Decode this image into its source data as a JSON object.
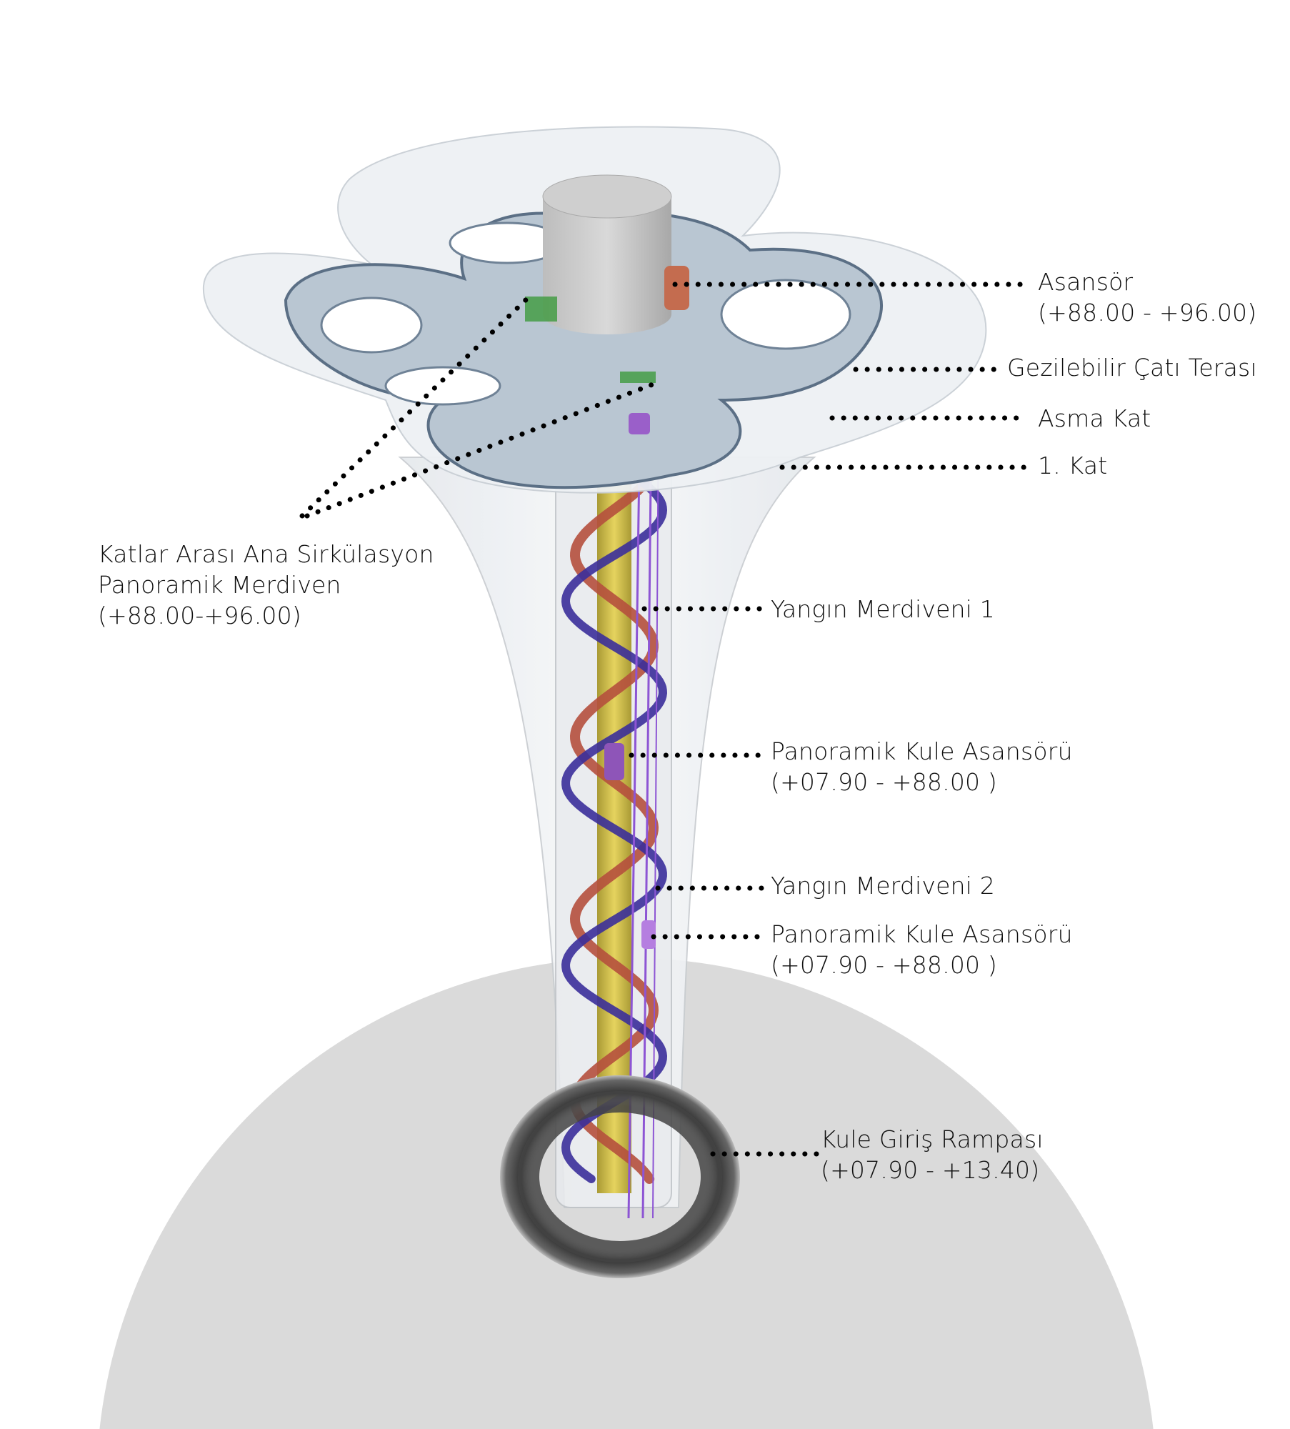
{
  "labels": {
    "asansor": {
      "name": "Asansör",
      "range": "(+88.00 - +96.00)"
    },
    "cati_terasi": "Gezilebilir Çatı Terası",
    "asma_kat": "Asma Kat",
    "kat1": "1. Kat",
    "panoramik_merdiven": {
      "line1": "Katlar Arası  Ana Sirkülasyon",
      "line2": "Panoramik Merdiven",
      "range": "(+88.00-+96.00)"
    },
    "yangin1": "Yangın Merdiveni 1",
    "kule_asansoru1": {
      "name": "Panoramik Kule Asansörü",
      "range": "(+07.90 - +88.00 )"
    },
    "yangin2": "Yangın Merdiveni 2",
    "kule_asansoru2": {
      "name": "Panoramik Kule Asansörü",
      "range": "(+07.90 - +88.00 )"
    },
    "rampa": {
      "name": "Kule Giriş Rampası",
      "range": "(+07.90 - +13.40)"
    }
  },
  "colors": {
    "ground": "#dadada",
    "shaft": "#d8c24a",
    "helix_blue": "#3b2f9a",
    "helix_red": "#b5503d",
    "elevator": "#9a5fc9",
    "canopy": "#b9c6d2"
  }
}
